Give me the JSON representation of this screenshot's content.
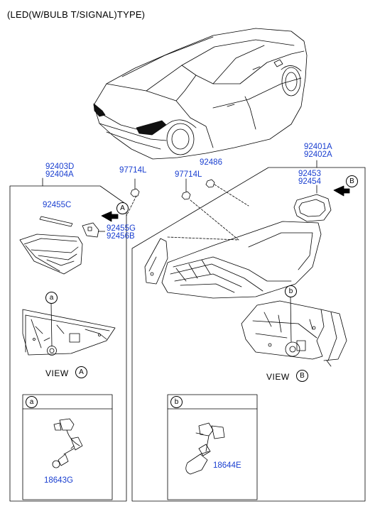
{
  "header": {
    "title": "(LED(W/BULB T/SIGNAL)TYPE)"
  },
  "parts": {
    "p92403d": "92403D",
    "p92404a": "92404A",
    "p97714l_a": "97714L",
    "p97714l_b": "97714L",
    "p92486": "92486",
    "p92401a": "92401A",
    "p92402a": "92402A",
    "p92453": "92453",
    "p92454": "92454",
    "p92455c": "92455C",
    "p92455g": "92455G",
    "p92456b": "92456B",
    "p18643g": "18643G",
    "p18644e": "18644E"
  },
  "callouts": {
    "a": "a",
    "b": "b",
    "A": "A",
    "B": "B"
  },
  "views": {
    "view_word": "VIEW",
    "view_a": "A",
    "view_b": "B"
  },
  "colors": {
    "part_number": "#1a3fd0",
    "line": "#000000"
  }
}
